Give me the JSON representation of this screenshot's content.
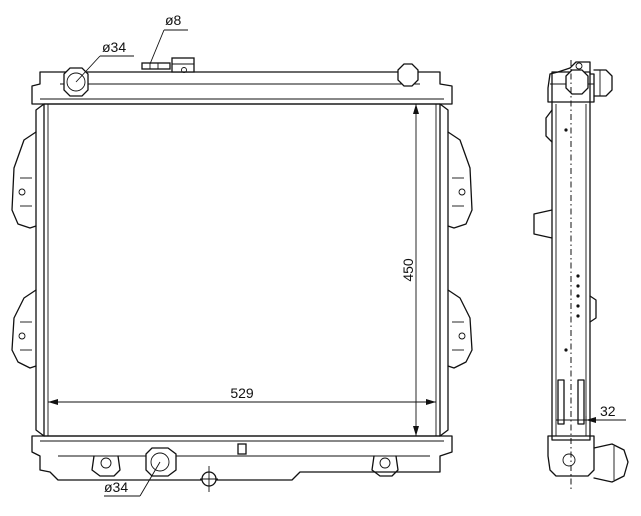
{
  "dimensions": {
    "inlet_diameter": "ø34",
    "outlet_diameter": "ø34",
    "overflow_diameter": "ø8",
    "height": "450",
    "width": "529",
    "thickness": "32"
  },
  "colors": {
    "line": "#111111",
    "background": "#ffffff"
  }
}
